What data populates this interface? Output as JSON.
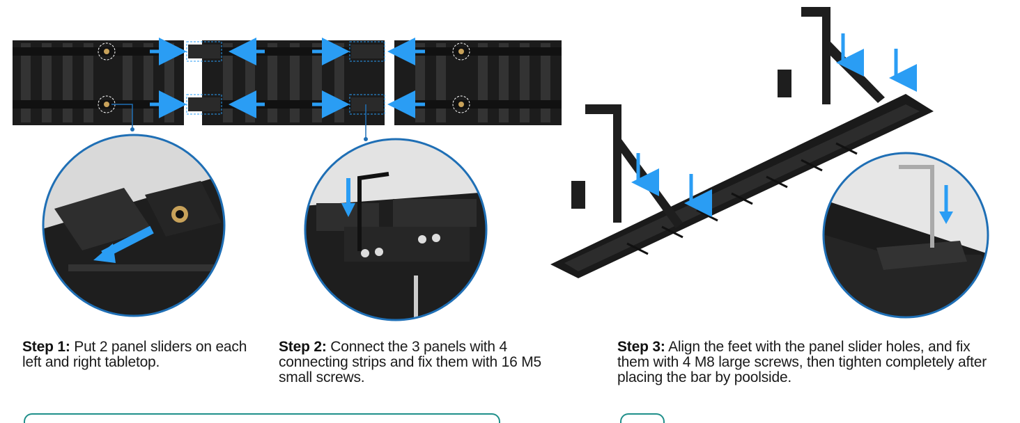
{
  "steps": [
    {
      "label": "Step 1:",
      "text": " Put 2 panel sliders on each left and right tabletop."
    },
    {
      "label": "Step 2:",
      "text": " Connect the 3 panels with 4 connecting strips and fix them with 16 M5 small screws."
    },
    {
      "label": "Step 3:",
      "text": " Align the feet with the panel slider holes, and fix them with 4 M8 large screws, then tighten completely after placing the bar by poolside."
    }
  ],
  "colors": {
    "arrow": "#2a9df4",
    "panel": "#1c1c1c",
    "accent_line": "#1f8f8a"
  }
}
